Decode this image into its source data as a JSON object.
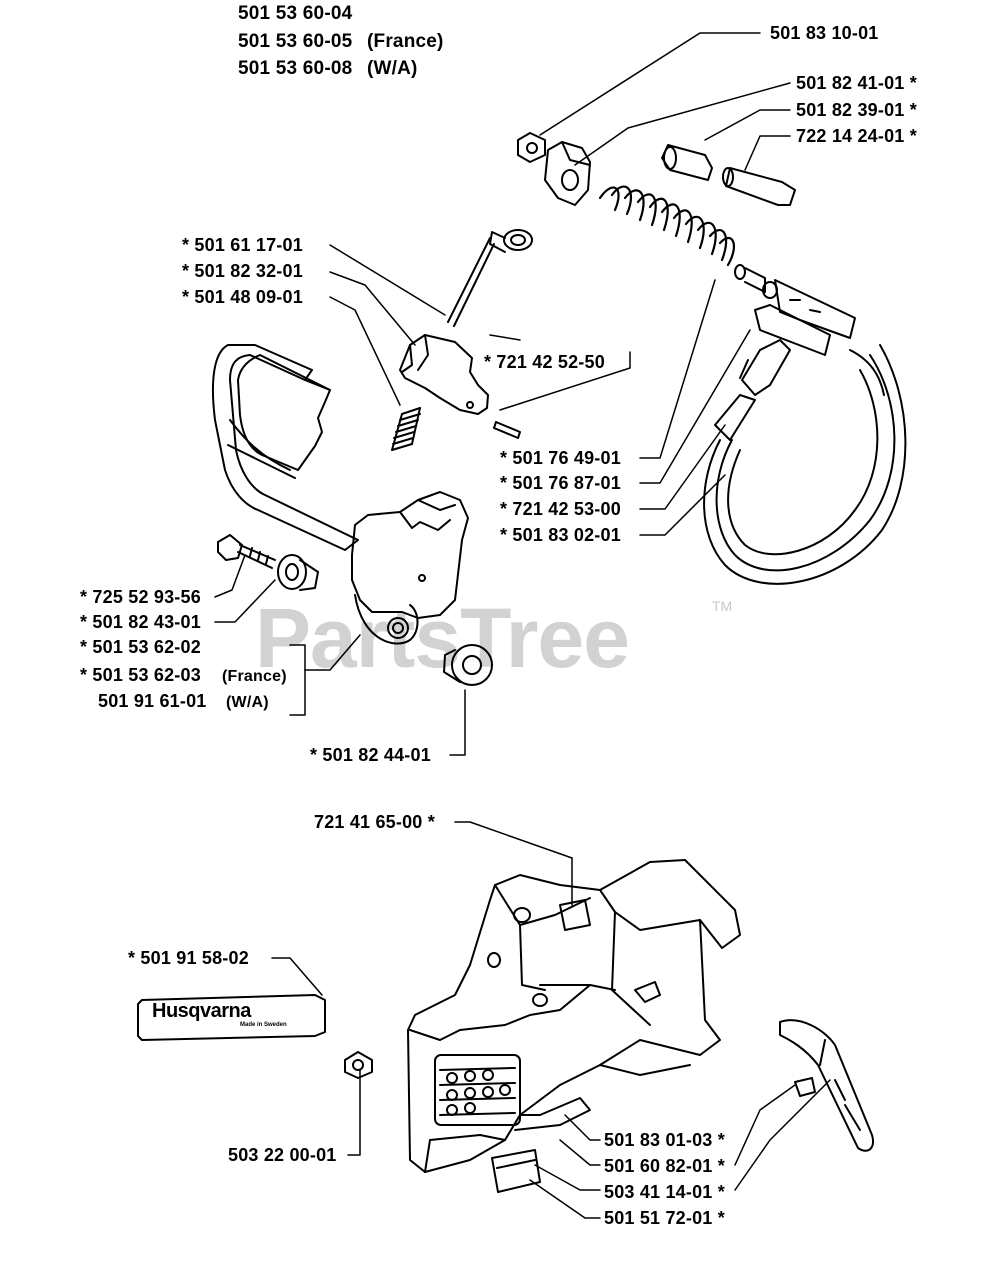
{
  "header": {
    "line1": "501 53 60-04",
    "line2": "501 53 60-05",
    "line2_note": "(France)",
    "line3": "501 53 60-08",
    "line3_note": "(W/A)"
  },
  "watermark": {
    "text": "PartsTree",
    "tm": "TM"
  },
  "logo": {
    "text": "Husqvarna",
    "sub": "Made in Sweden"
  },
  "labels": {
    "p_501831001": "501 83 10-01",
    "p_501824101": "501 82 41-01  *",
    "p_501823901": "501 82 39-01  *",
    "p_722142401": "722 14 24-01  *",
    "p_501611701": "*  501 61 17-01",
    "p_501823201": "*  501 82 32-01",
    "p_501480901": "*  501 48 09-01",
    "p_721425250": "*  721 42 52-50",
    "p_501764901": "*  501 76 49-01",
    "p_501768701": "*  501 76 87-01",
    "p_721425300": "*  721 42 53-00",
    "p_501830201": "*  501 83 02-01",
    "p_725529356": "*  725 52 93-56",
    "p_501824301": "*  501 82 43-01",
    "p_501536202": "*  501 53 62-02",
    "p_501536203": "*  501 53 62-03",
    "p_501536203_note": "(France)",
    "p_501916101": "501 91 61-01",
    "p_501916101_note": "(W/A)",
    "p_501824401": "*  501 82 44-01",
    "p_721416500": "721 41 65-00  *",
    "p_501915802": "*  501 91 58-02",
    "p_503220001": "503 22 00-01",
    "p_501830103": "501 83 01-03  *",
    "p_501608201": "501 60 82-01  *",
    "p_503411401": "503 41 14-01  *",
    "p_501517201": "501 51 72-01  *"
  }
}
